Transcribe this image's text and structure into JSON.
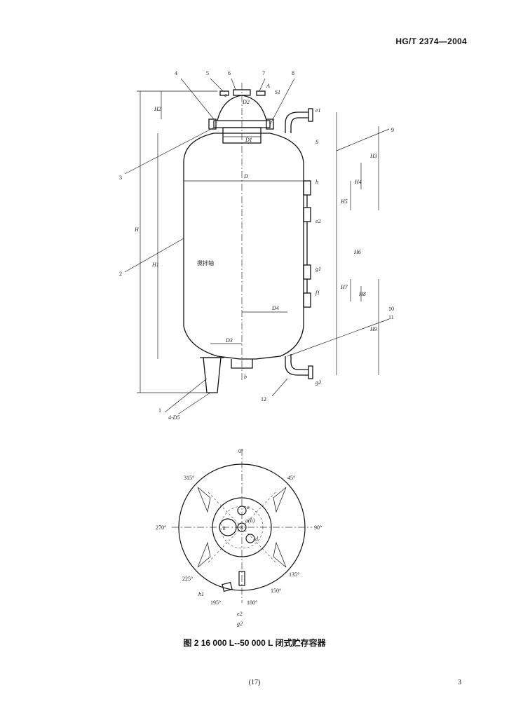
{
  "header": {
    "standard_code": "HG/T 2374—2004"
  },
  "figure": {
    "caption": "图 2   16 000 L--50 000 L 闭式贮存容器",
    "elevation": {
      "part_numbers": [
        "1",
        "2",
        "3",
        "4",
        "5",
        "6",
        "7",
        "8",
        "9",
        "10",
        "11",
        "12"
      ],
      "dimensions": [
        "H",
        "H1",
        "H2",
        "H3",
        "H4",
        "H5",
        "H6",
        "H7",
        "H8",
        "H9",
        "D",
        "D1",
        "D2",
        "D3",
        "D4",
        "S",
        "S1",
        "4-D5",
        "b"
      ],
      "nozzles": [
        "e1",
        "e2",
        "g1",
        "g2",
        "h",
        "f1",
        "c",
        "A"
      ],
      "label_jiaobanzhou": "搅拌轴"
    },
    "plan": {
      "angles": {
        "a0": "0°",
        "a45": "45°",
        "a90": "90°",
        "a135": "135°",
        "a150": "150°",
        "a180": "180°",
        "a195": "195°",
        "a225": "225°",
        "a270": "270°",
        "a315": "315°"
      },
      "nozzles": {
        "c": "c",
        "ab": "a(b)",
        "d": "d",
        "k": "k"
      },
      "bottom_labels": {
        "h1": "h1",
        "e2": "e2",
        "g2": "g2"
      }
    }
  },
  "footer": {
    "page_in_parens": "(17)",
    "corner_number": "3"
  }
}
